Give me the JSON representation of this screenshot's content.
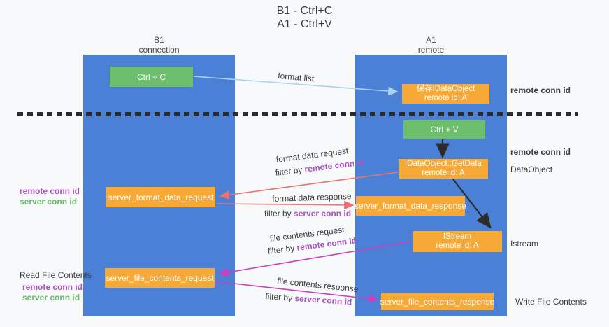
{
  "title": {
    "line1": "B1 - Ctrl+C",
    "line2": "A1 - Ctrl+V"
  },
  "lifelines": {
    "left": {
      "name": "B1",
      "role": "connection"
    },
    "right": {
      "name": "A1",
      "role": "remote"
    }
  },
  "nodes": {
    "ctrl_c": {
      "label": "Ctrl + C"
    },
    "ctrl_v": {
      "label": "Ctrl + V"
    },
    "save_dataobject": {
      "line1": "保存IDataObject",
      "line2": "remote id: A"
    },
    "getdata": {
      "line1": "IDataObject::GetData",
      "line2": "remote id: A"
    },
    "istream": {
      "line1": "IStream",
      "line2": "remote id: A"
    },
    "server_format_data_request": {
      "label": "server_format_data_request"
    },
    "server_format_data_response": {
      "label": "server_format_data_response"
    },
    "server_file_contents_request": {
      "label": "server_file_contents_request"
    },
    "server_file_contents_response": {
      "label": "server_file_contents_response"
    }
  },
  "edge_labels": {
    "format_list": "format list",
    "format_data_request": "format data request",
    "format_data_request_filter_prefix": "filter by",
    "format_data_request_filter_key": "remote conn id",
    "format_data_response": "format data response",
    "format_data_response_filter_prefix": "filter by",
    "format_data_response_filter_key": "server conn id",
    "file_contents_request": "file contents request",
    "file_contents_request_filter_prefix": "filter by",
    "file_contents_request_filter_key": "remote conn id",
    "file_contents_response": "file contents response",
    "file_contents_response_filter_prefix": "filter by",
    "file_contents_response_filter_key": "server conn id"
  },
  "side_labels": {
    "right_top_conn_id": "remote conn id",
    "right_mid_conn_id": "remote conn id",
    "dataobject": "DataObject",
    "istream": "Istream",
    "write_file_contents": "Write File Contents",
    "read_file_contents": "Read File Contents",
    "left_format_remote": "remote conn id",
    "left_format_server": "server conn id",
    "left_file_remote": "remote conn id",
    "left_file_server": "server conn id"
  },
  "colors": {
    "bg": "#f8f9fa",
    "column_blue": "#4a81d6",
    "box_green": "#6dbf6d",
    "box_orange": "#f7a937",
    "arrow_blue": "#a9d4ee",
    "arrow_salmon": "#e87474",
    "arrow_magenta": "#c940c0",
    "arrow_black": "#2b2b2b",
    "label_purple": "#a855c0",
    "label_green": "#67b967",
    "text_dark": "#3c3c3c"
  }
}
